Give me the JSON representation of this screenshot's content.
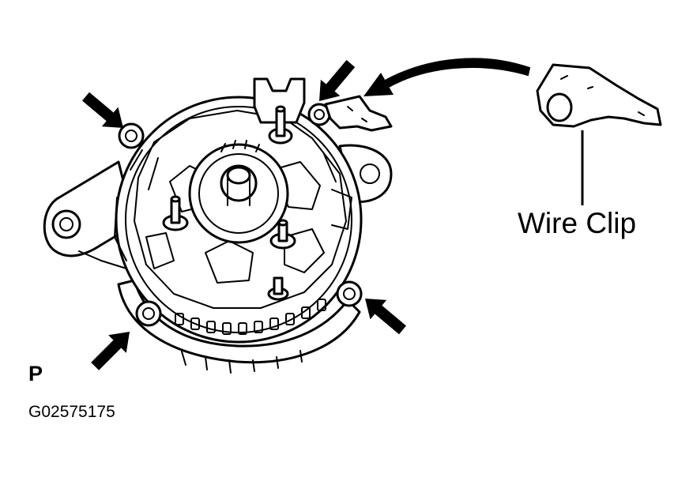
{
  "callout": {
    "label": "Wire Clip"
  },
  "panel": {
    "letter": "P"
  },
  "figure": {
    "code": "G02575175"
  },
  "colors": {
    "line": "#000000",
    "background": "#ffffff"
  }
}
